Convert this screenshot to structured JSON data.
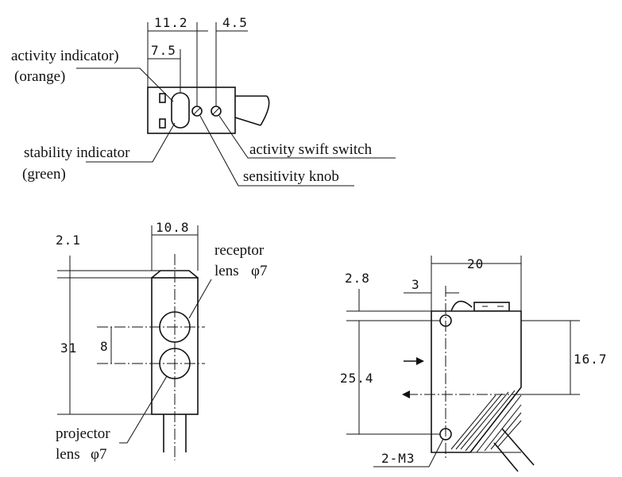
{
  "top_view": {
    "dimensions": {
      "width_total": "11.2",
      "width_partial": "7.5",
      "offset_right": "4.5"
    },
    "labels": {
      "activity_indicator": "activity indicator)",
      "activity_indicator_color": "(orange)",
      "stability_indicator": "stability indicator",
      "stability_indicator_color": "(green)",
      "activity_switch": "activity swift switch",
      "sensitivity_knob": "sensitivity knob"
    }
  },
  "front_view": {
    "dimensions": {
      "width": "10.8",
      "top_offset": "2.1",
      "height": "31",
      "lens_pitch": "8"
    },
    "labels": {
      "receptor": "receptor",
      "receptor_lens": "lens",
      "receptor_diameter": "φ7",
      "projector": "projector",
      "projector_lens": "lens",
      "projector_diameter": "φ7"
    }
  },
  "side_view": {
    "dimensions": {
      "width": "20",
      "top_offset": "2.8",
      "hole_offset": "3",
      "hole_pitch": "25.4",
      "beam_height": "16.7",
      "mount_holes": "2-M3"
    }
  }
}
